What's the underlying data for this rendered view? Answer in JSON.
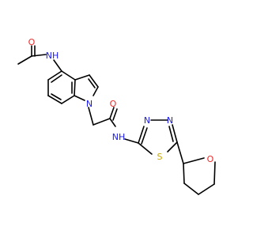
{
  "molecule": {
    "colors": {
      "carbon_bond": "#000000",
      "nitrogen": "#1a1aee",
      "oxygen": "#ee2a2a",
      "sulfur": "#c8a800",
      "background": "#ffffff"
    },
    "atom_labels": {
      "acetyl_oxygen": "O",
      "acetamide_nh": "NH",
      "indole_n": "N",
      "amide_oxygen": "O",
      "amide_nh": "NH",
      "thiadiazole_n3": "N",
      "thiadiazole_n4": "N",
      "thiadiazole_s": "S",
      "thf_oxygen": "O"
    }
  }
}
